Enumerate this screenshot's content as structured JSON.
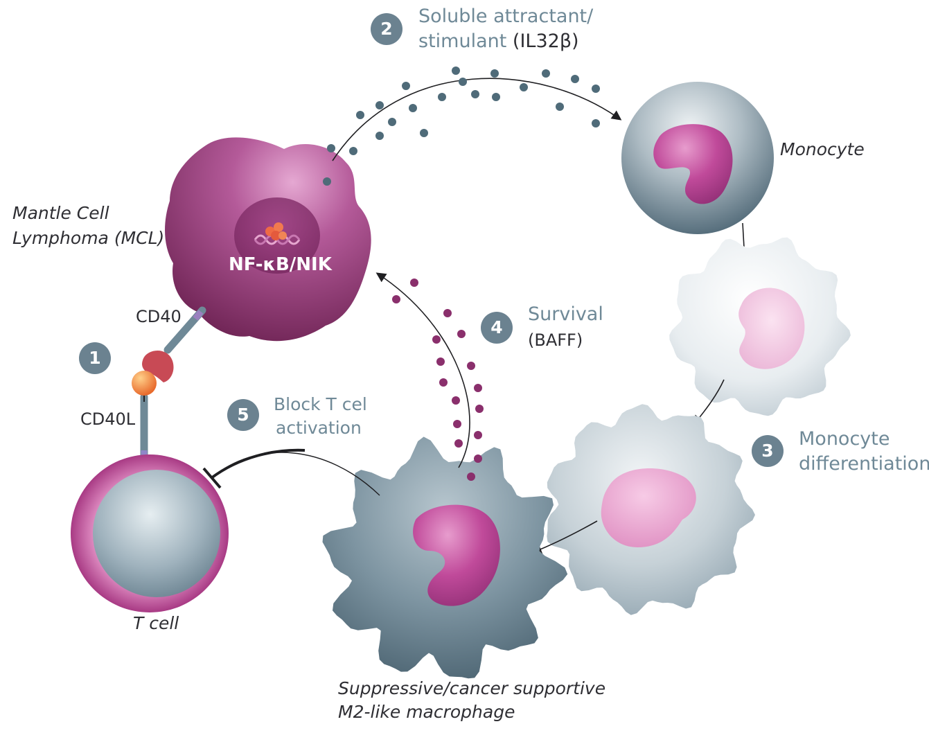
{
  "steps": [
    {
      "number": "1"
    },
    {
      "number": "2",
      "line1": "Soluble attractant/",
      "line2_text": "stimulant",
      "line2_factor": "(IL32β)"
    },
    {
      "number": "3",
      "line1": "Monocyte",
      "line2": "differentiation"
    },
    {
      "number": "4",
      "line1": "Survival",
      "line2": "(BAFF)"
    },
    {
      "number": "5",
      "line1": "Block T cel",
      "line2": "activation"
    }
  ],
  "cells": {
    "mcl": {
      "line1": "Mantle Cell",
      "line2": "Lymphoma (MCL)",
      "pathway": "NF-κB/NIK"
    },
    "monocyte": {
      "label": "Monocyte"
    },
    "t_cell": {
      "label": "T cell"
    },
    "macrophage": {
      "line1": "Suppressive/cancer supportive",
      "line2": "M2-like macrophage"
    }
  },
  "receptors": {
    "cd40": "CD40",
    "cd40l": "CD40L"
  },
  "colors": {
    "mcl": "#8c2f6e",
    "nucleus_pink": "#c0489a",
    "monocyte_grey": "#566f7e",
    "badge": "#6b8290",
    "step_text": "#6f8997",
    "il32_dot": "#4f6b79",
    "baff_dot": "#8a2f6c",
    "cd40": "#c84a55",
    "cd40l": "#f08a35"
  }
}
